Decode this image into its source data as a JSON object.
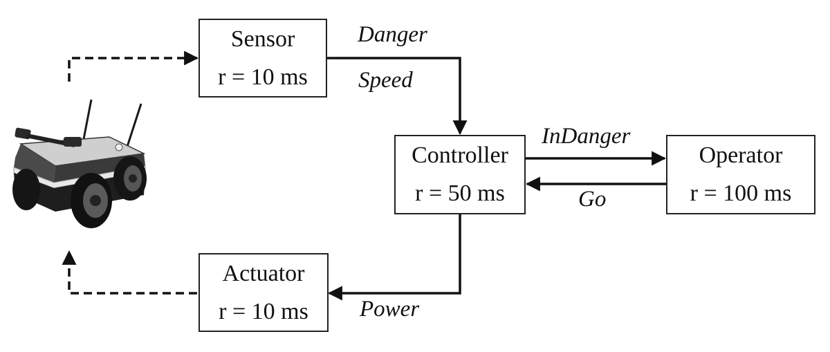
{
  "components": {
    "sensor": {
      "name": "Sensor",
      "rate": "r = 10 ms"
    },
    "controller": {
      "name": "Controller",
      "rate": "r = 50 ms"
    },
    "operator": {
      "name": "Operator",
      "rate": "r = 100 ms"
    },
    "actuator": {
      "name": "Actuator",
      "rate": "r = 10 ms"
    }
  },
  "signals": {
    "danger": "Danger",
    "speed": "Speed",
    "in_danger": "InDanger",
    "go": "Go",
    "power": "Power"
  },
  "colors": {
    "line": "#111111",
    "box_border": "#222222",
    "background": "#ffffff"
  }
}
